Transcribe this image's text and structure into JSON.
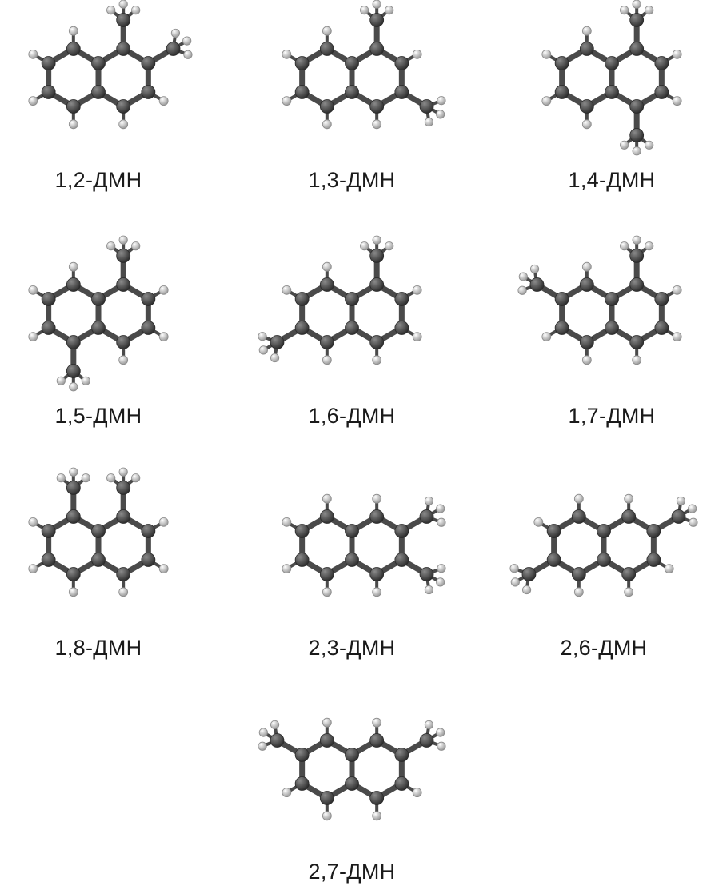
{
  "figure": {
    "molecules": [
      {
        "label": "1,2-ДМН",
        "methyl_positions": [
          1,
          2
        ]
      },
      {
        "label": "1,3-ДМН",
        "methyl_positions": [
          1,
          3
        ]
      },
      {
        "label": "1,4-ДМН",
        "methyl_positions": [
          1,
          4
        ]
      },
      {
        "label": "1,5-ДМН",
        "methyl_positions": [
          1,
          5
        ]
      },
      {
        "label": "1,6-ДМН",
        "methyl_positions": [
          1,
          6
        ]
      },
      {
        "label": "1,7-ДМН",
        "methyl_positions": [
          1,
          7
        ]
      },
      {
        "label": "1,8-ДМН",
        "methyl_positions": [
          1,
          8
        ]
      },
      {
        "label": "2,3-ДМН",
        "methyl_positions": [
          2,
          3
        ]
      },
      {
        "label": "2,6-ДМН",
        "methyl_positions": [
          2,
          6
        ]
      },
      {
        "label": "2,7-ДМН",
        "methyl_positions": [
          2,
          7
        ]
      }
    ],
    "colors": {
      "carbon": "#5a5a5a",
      "carbon_highlight": "#8a8a8a",
      "hydrogen": "#d9d9d9",
      "hydrogen_edge": "#9a9a9a",
      "bond": "#4a4a4a",
      "label": "#1a1a1a"
    }
  }
}
